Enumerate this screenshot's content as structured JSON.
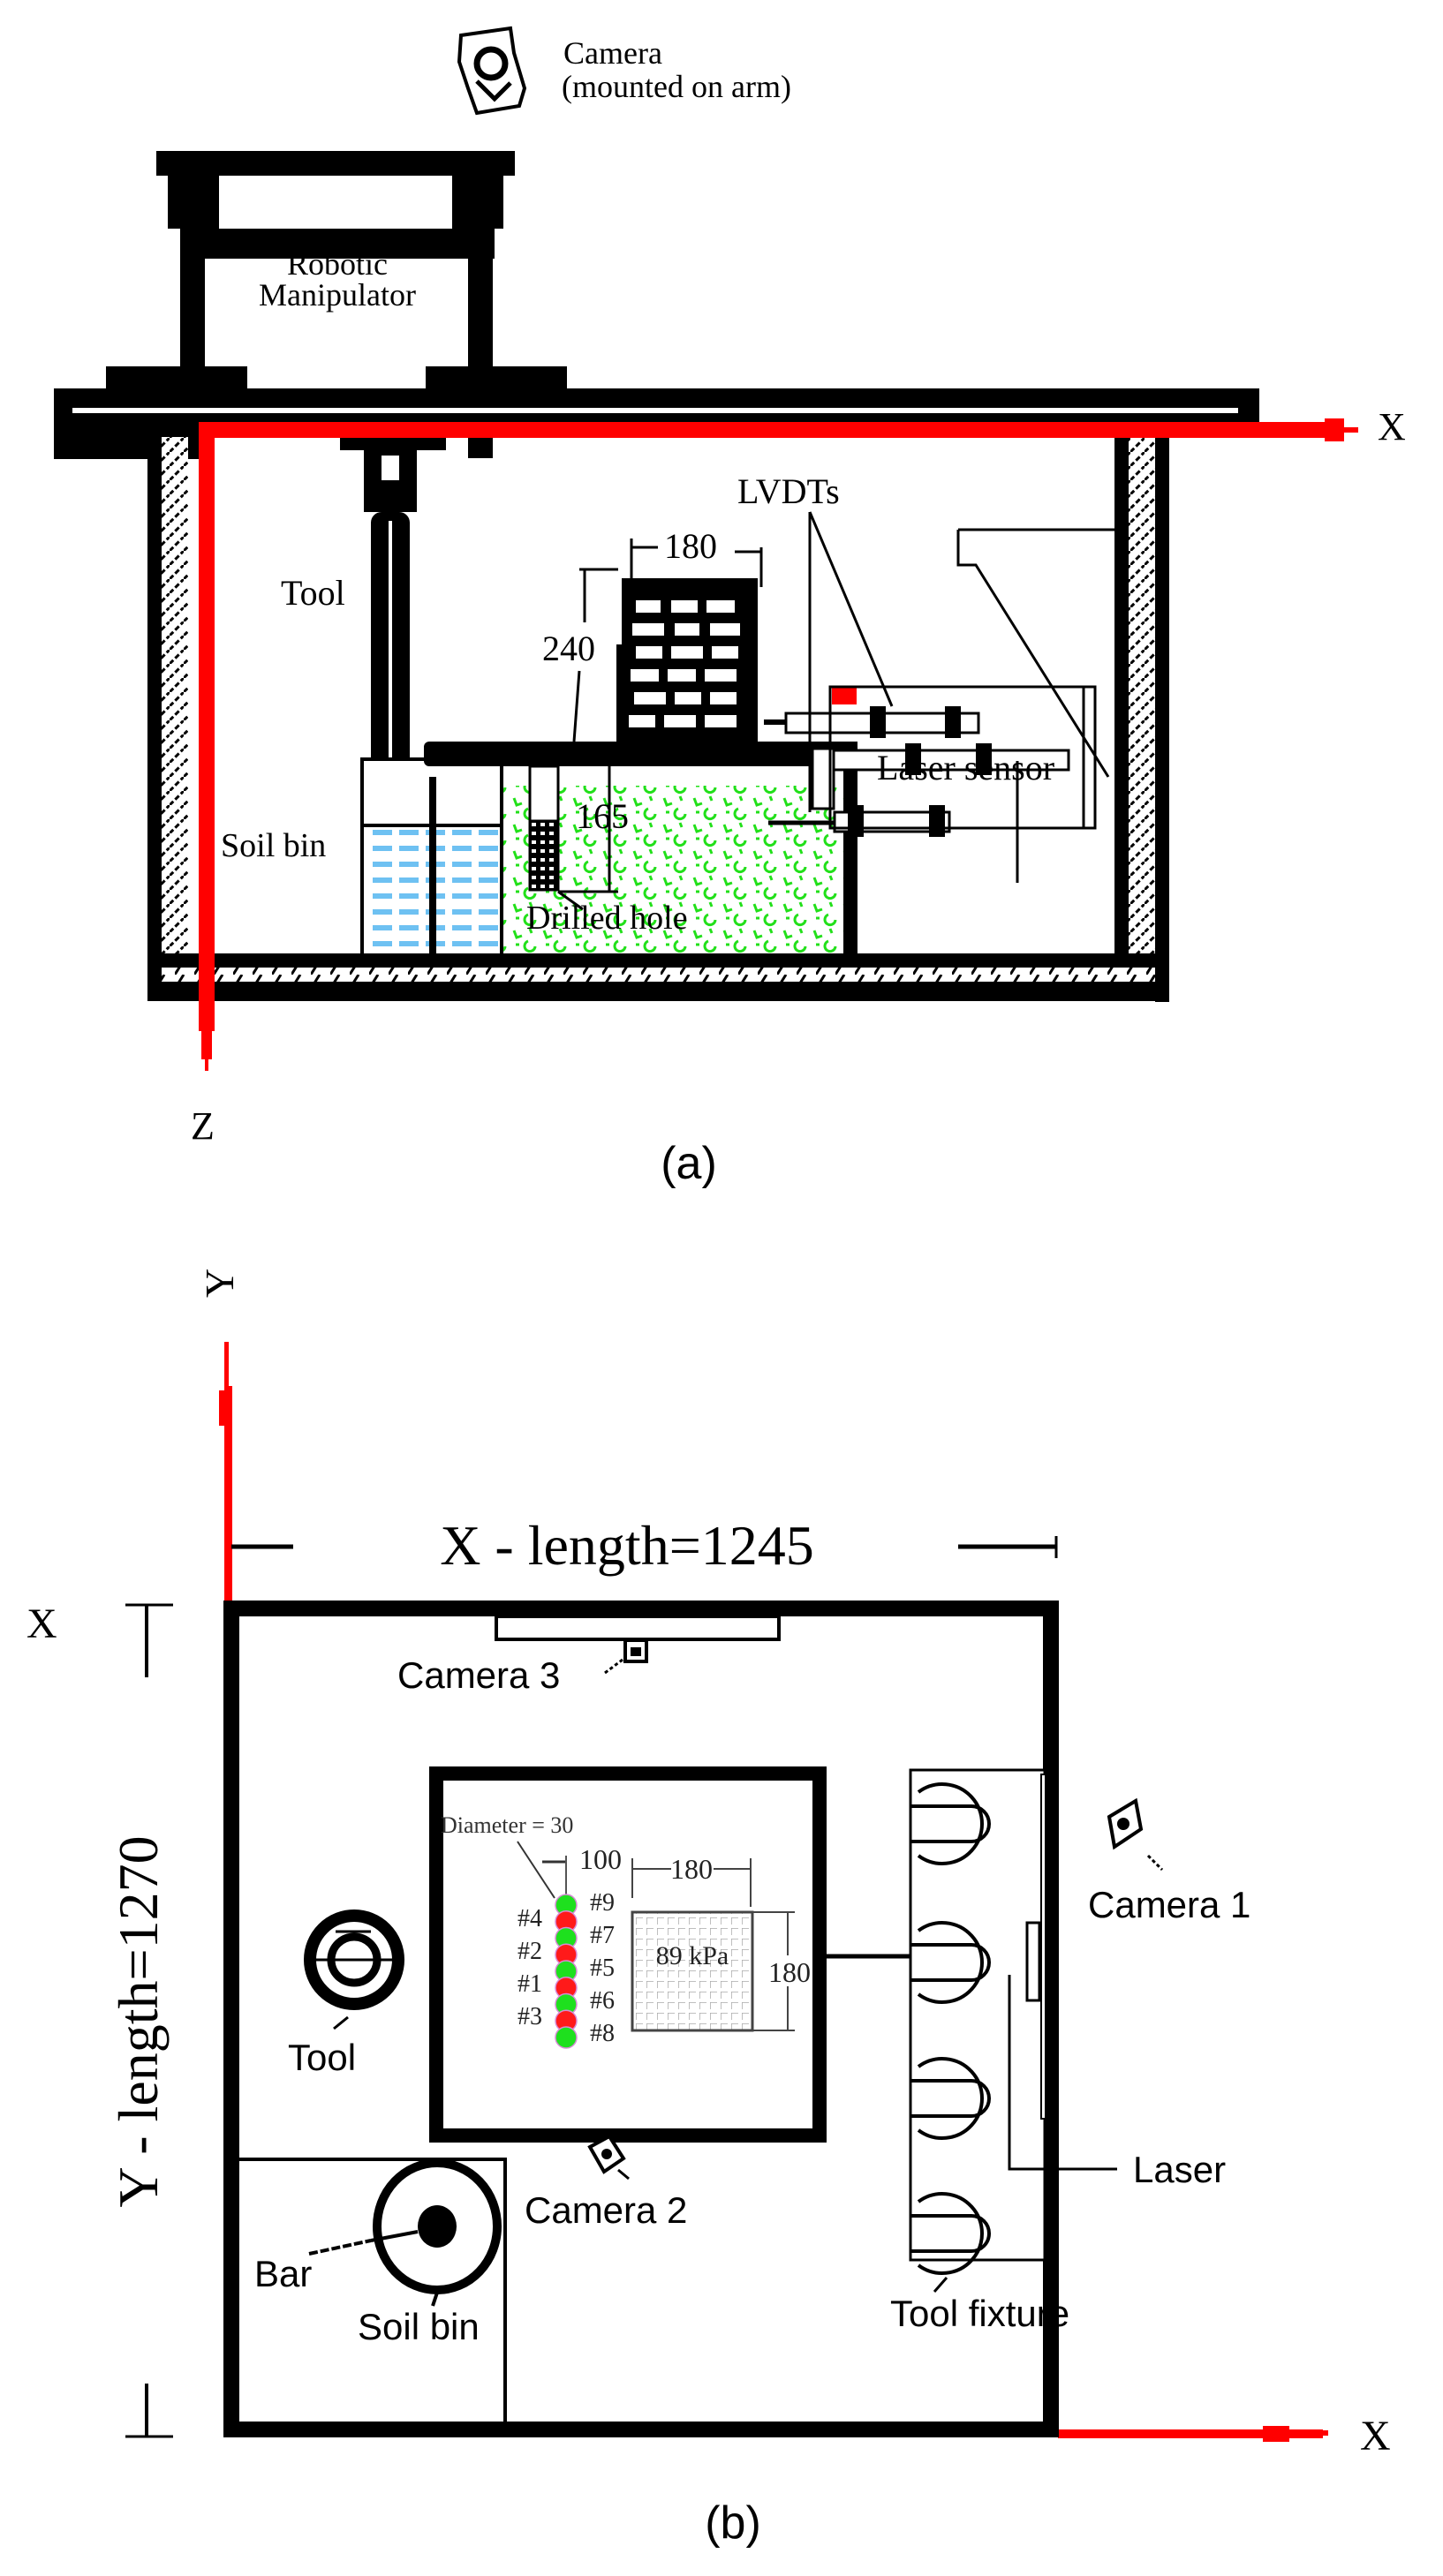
{
  "colors": {
    "axis": "#ff0000",
    "soil_green": "#22e01a",
    "water_blue": "#6ec1f2",
    "dot_green": "#1ee01e",
    "dot_red": "#ff1a1a"
  },
  "panel_a": {
    "caption": "(a)",
    "camera_label_line1": "Camera",
    "camera_label_line2": "(mounted on arm)",
    "manipulator_line1": "Robotic",
    "manipulator_line2": "Manipulator",
    "tool": "Tool",
    "lvdts": "LVDTs",
    "laser_sensor": "Laser sensor",
    "soil_bin": "Soil bin",
    "drilled_hole": "Drilled hole",
    "dim_width": "180",
    "dim_height": "240",
    "dim_depth": "165",
    "axis_x": "X",
    "axis_z": "Z"
  },
  "panel_b": {
    "caption": "(b)",
    "axis_y": "Y",
    "axis_x_bottom": "X",
    "axis_x_left": "X",
    "x_length": "X - length=1245",
    "y_length": "Y - length=1270",
    "camera1": "Camera 1",
    "camera2": "Camera 2",
    "camera3": "Camera 3",
    "laser": "Laser",
    "tool": "Tool",
    "tool_fixture": "Tool fixture",
    "bar": "Bar",
    "soil_bin": "Soil bin",
    "diameter": "Diameter = 30",
    "spacing": "100",
    "plate_width": "180",
    "plate_height": "180",
    "pressure": "89 kPa",
    "holes_left": [
      "#4",
      "#2",
      "#1",
      "#3"
    ],
    "holes_right": [
      "#9",
      "#7",
      "#5",
      "#6",
      "#8"
    ],
    "hole_sequence": [
      {
        "id": "#9",
        "state": "green"
      },
      {
        "id": "#4",
        "state": "red"
      },
      {
        "id": "#7",
        "state": "green"
      },
      {
        "id": "#2",
        "state": "red"
      },
      {
        "id": "#5",
        "state": "green"
      },
      {
        "id": "#1",
        "state": "red"
      },
      {
        "id": "#6",
        "state": "green"
      },
      {
        "id": "#3",
        "state": "red"
      },
      {
        "id": "#8",
        "state": "green"
      }
    ]
  }
}
